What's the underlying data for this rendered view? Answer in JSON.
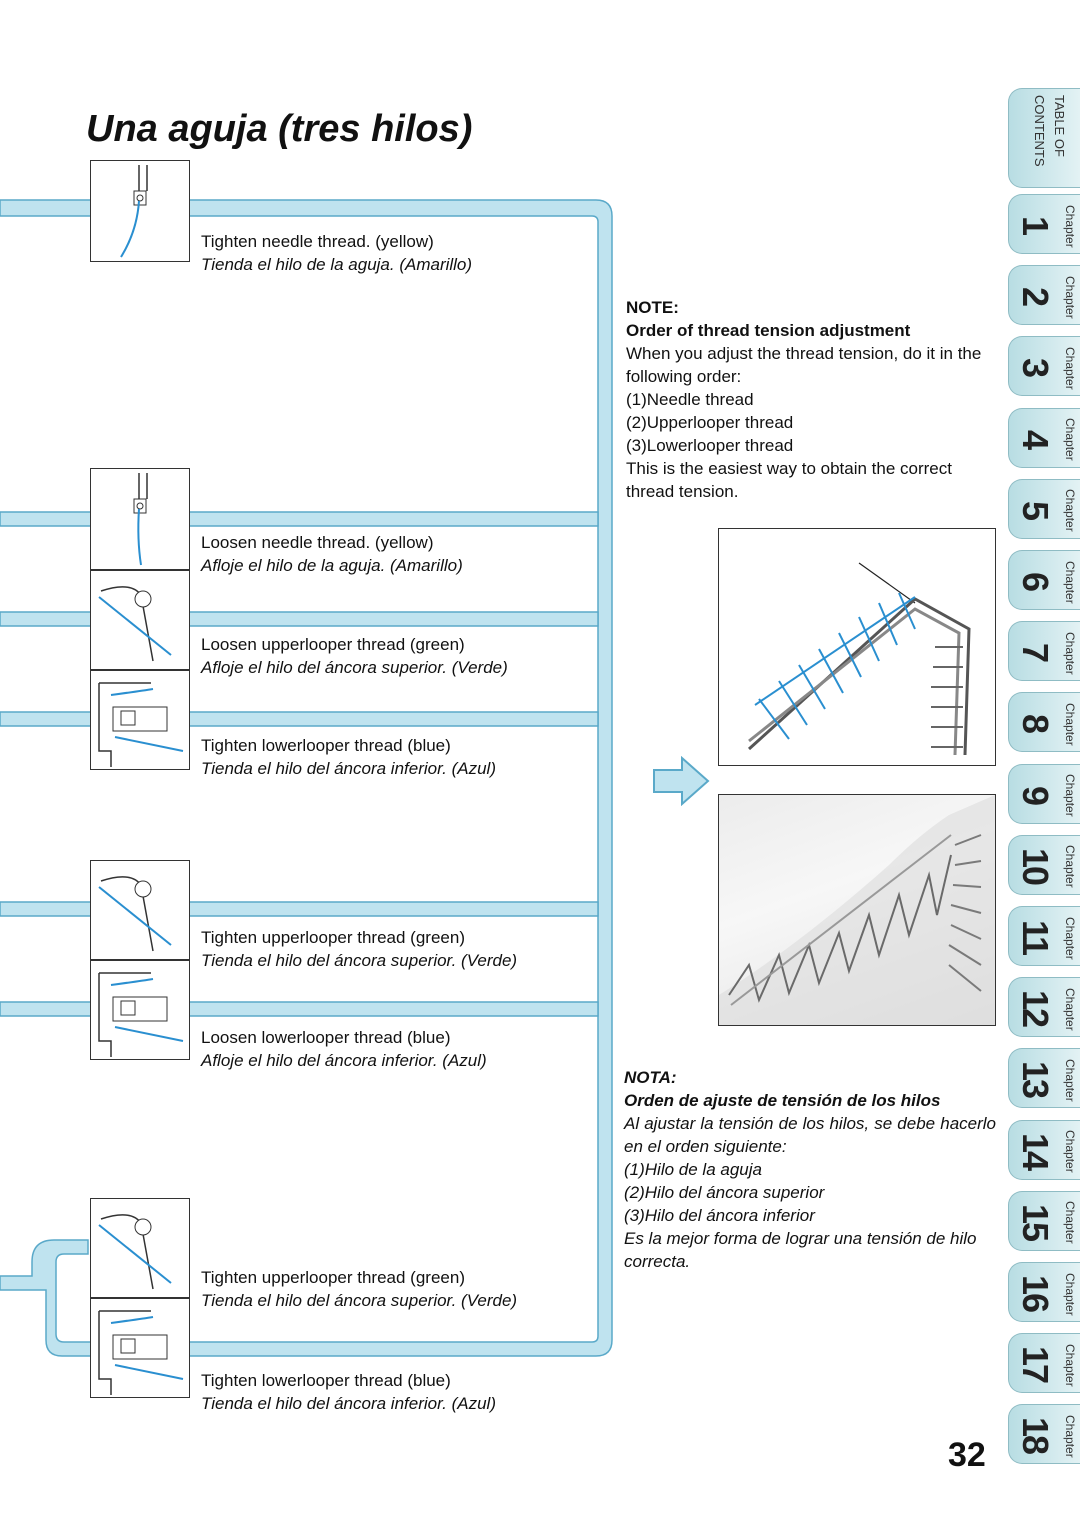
{
  "title": "Una aguja (tres hilos)",
  "steps": [
    {
      "en": "Tighten needle thread. (yellow)",
      "es": "Tienda el hilo de la aguja. (Amarillo)"
    },
    {
      "en": "Loosen needle thread. (yellow)",
      "es": "Afloje el hilo de la aguja. (Amarillo)"
    },
    {
      "en": "Loosen upperlooper thread (green)",
      "es": "Afloje el hilo del áncora superior. (Verde)"
    },
    {
      "en": "Tighten lowerlooper thread (blue)",
      "es": "Tienda el hilo del áncora inferior. (Azul)"
    },
    {
      "en": "Tighten upperlooper thread (green)",
      "es": "Tienda el hilo del áncora superior. (Verde)"
    },
    {
      "en": "Loosen lowerlooper thread (blue)",
      "es": "Afloje el hilo del áncora inferior. (Azul)"
    },
    {
      "en": "Tighten upperlooper thread (green)",
      "es": "Tienda el hilo del áncora superior. (Verde)"
    },
    {
      "en": "Tighten lowerlooper thread (blue)",
      "es": "Tienda el hilo del áncora inferior. (Azul)"
    }
  ],
  "note": {
    "heading": "NOTE:",
    "subheading": "Order of thread tension adjustment",
    "intro": "When you adjust the thread tension, do it in the following order:",
    "items": [
      "(1)Needle thread",
      "(2)Upperlooper thread",
      "(3)Lowerlooper thread"
    ],
    "outro": "This is the easiest way to obtain the correct thread tension."
  },
  "nota": {
    "heading": "NOTA:",
    "subheading": "Orden de ajuste de tensión de los hilos",
    "intro": "Al ajustar la tensión de los hilos, se debe hacerlo en el orden siguiente:",
    "items": [
      "(1)Hilo de la aguja",
      "(2)Hilo del áncora superior",
      "(3)Hilo del áncora inferior"
    ],
    "outro": "Es la mejor forma de lograr una tensión de hilo correcta."
  },
  "page_number": "32",
  "toc_label": "TABLE OF CONTENTS",
  "chapter_word": "Chapter",
  "chapters": [
    "1",
    "2",
    "3",
    "4",
    "5",
    "6",
    "7",
    "8",
    "9",
    "10",
    "11",
    "12",
    "13",
    "14",
    "15",
    "16",
    "17",
    "18"
  ],
  "colors": {
    "flow_fill": "#bfe3ef",
    "flow_stroke": "#5aa9c9",
    "tab_fill": "#cfe9ee",
    "thread_blue": "#2a8fd0"
  }
}
